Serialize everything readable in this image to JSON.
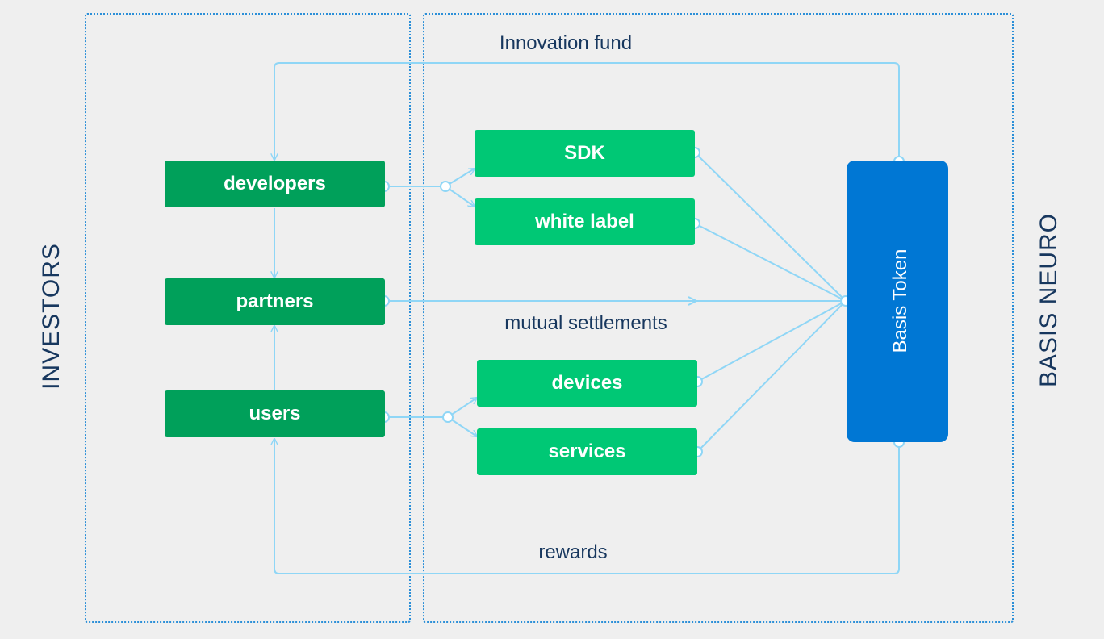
{
  "groups": {
    "investors": "INVESTORS",
    "basis_neuro": "BASIS NEURO"
  },
  "nodes": {
    "developers": "developers",
    "partners": "partners",
    "users": "users",
    "sdk": "SDK",
    "white_label": "white label",
    "devices": "devices",
    "services": "services",
    "basis_token": "Basis Token"
  },
  "flows": {
    "innovation_fund": "Innovation fund",
    "mutual_settlements": "mutual settlements",
    "rewards": "rewards"
  },
  "colors": {
    "background": "#efefef",
    "group_border": "#2b8fd8",
    "dark_node": "#00a05a",
    "light_node": "#00c875",
    "token": "#0077d4",
    "connector": "#8fd6f6",
    "label_text": "#17375e"
  }
}
